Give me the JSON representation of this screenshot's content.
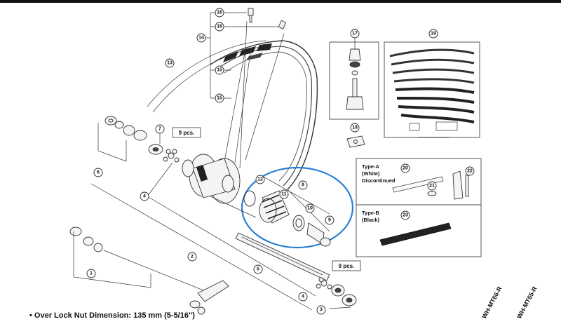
{
  "callouts": {
    "c1": "1",
    "c2": "2",
    "c3": "3",
    "c4a": "4",
    "c4b": "4",
    "c5": "5",
    "c6": "6",
    "c7": "7",
    "c8": "8",
    "c9": "9",
    "c10": "10",
    "c11": "11",
    "c12": "12",
    "c13": "13",
    "c14": "14",
    "c15a": "15",
    "c15b": "15",
    "c16a": "16",
    "c16b": "16",
    "c17": "17",
    "c18": "18",
    "c19": "19",
    "c20": "20",
    "c21": "21",
    "c22": "22",
    "c23": "23"
  },
  "pcs_labels": {
    "upper": "9 pcs.",
    "lower": "9 pcs."
  },
  "rim_tape": {
    "type_a_title": "Type-A",
    "type_a_color": "(White)",
    "type_a_status": "Discontinued",
    "type_b_title": "Type-B",
    "type_b_color": "(Black)"
  },
  "footnote": "• Over Lock Nut Dimension: 135 mm (5-5/16\")",
  "models": {
    "first": "WH-MT66-R",
    "second": "WH-MT65-R"
  },
  "colors": {
    "highlight": "#2a7fd4",
    "line": "#333333"
  }
}
